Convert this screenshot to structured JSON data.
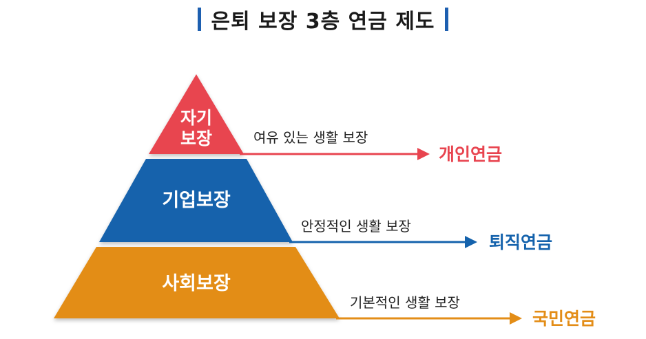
{
  "title": "은퇴 보장 3층 연금 제도",
  "tiers": [
    {
      "label_line1": "자기",
      "label_line2": "보장",
      "description": "여유 있는 생활 보장",
      "pension": "개인연금",
      "color": "#e8444f"
    },
    {
      "label": "기업보장",
      "description": "안정적인 생활 보장",
      "pension": "퇴직연금",
      "color": "#1462ac"
    },
    {
      "label": "사회보장",
      "description": "기본적인 생활 보장",
      "pension": "국민연금",
      "color": "#e38d17"
    }
  ]
}
